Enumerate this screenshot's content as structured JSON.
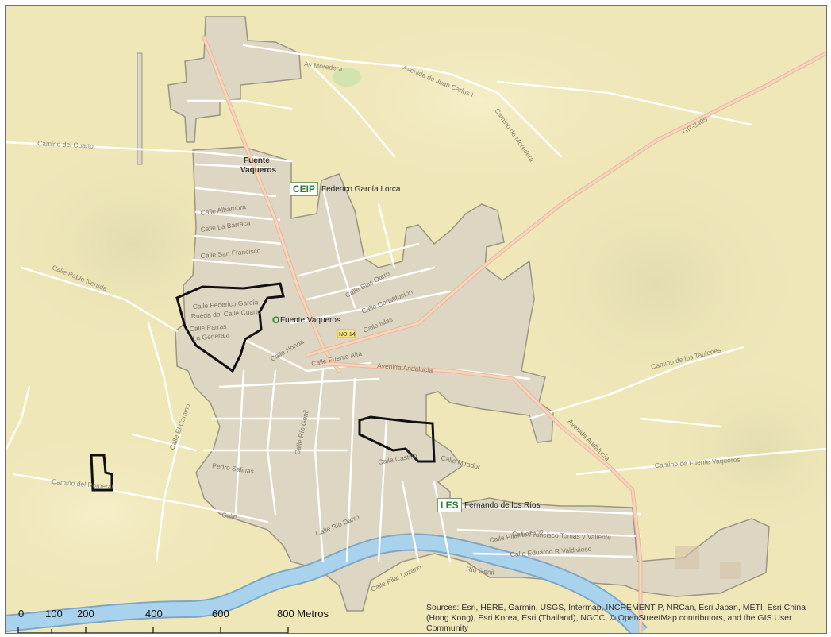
{
  "map": {
    "place": {
      "line1": "Fuente",
      "line2": "Vaqueros"
    },
    "pois": [
      {
        "badge": "CEIP",
        "name": "Federico García Lorca"
      },
      {
        "badge": "O",
        "name": "Fuente Vaqueros"
      },
      {
        "badge": "I ES",
        "name": "Fernando de los Ríos"
      }
    ],
    "road_badge": "NO-14",
    "streets": {
      "camino_cuarto": "Camino del Cuarto",
      "av_moredera": "Av Moredera",
      "avenida_juan": "Avenida de Juan Carlos I",
      "camino_moredera": "Camino de Moredera",
      "gr": "GR-3405",
      "calle_alhambra": "Calle Alhambra",
      "calle_barraca": "Calle La Barraca",
      "calle_san_francisco": "Calle San Francisco",
      "calle_pablo_neruda": "Calle Pablo Neruda",
      "calle_federico": "Calle Federico García",
      "rueda_calle": "Rueda del Calle Cuarto",
      "calle_parras": "Calle Parras",
      "la_generala": "La Generala",
      "calle_blas": "Calle Blas Otero",
      "calle_constitucion": "Calle Constitución",
      "calle_islas": "Calle Islas",
      "calle_honda": "Calle Honda",
      "calle_fuente_alta": "Calle Fuente Alta",
      "avenida_andalucia": "Avenida Andalucía",
      "avenida_andalucia2": "Avenida Andalucía",
      "camino_tablones": "Camino de los Tablones",
      "camino_fuente_vaqueros": "Camino de Fuente Vaqueros",
      "calle_camino": "Calle El Camino",
      "pedro_salinas": "Pedro Salinas",
      "calle_rio_genil": "Calle Río Genil",
      "calle_rio_darro": "Calle Río Darro",
      "camino_romeral": "Camino del Romeral",
      "calle": "Calle",
      "calle_francisco": "Calle Francisco Tomás y Valiente",
      "calle_eduardo": "Calle Eduardo R Valdivieso",
      "calle_pilar": "Calle Pilar Lozano",
      "calle_pilar2": "Calle Pilar Lozano",
      "rio_genil": "Río Genil",
      "calle_castillo": "Calle Castillo",
      "calle_mirador": "Calle Mirador"
    }
  },
  "scale": {
    "ticks": [
      0,
      100,
      200,
      400,
      600
    ],
    "last_label": "800 Metros"
  },
  "attribution": "Sources: Esri, HERE, Garmin, USGS, Intermap, INCREMENT P, NRCan, Esri Japan, METI, Esri China (Hong Kong), Esri Korea, Esri (Thailand), NGCC, © OpenStreetMap contributors, and the GIS User Community",
  "colors": {
    "land": "#efe7b8",
    "urban": "#ddd6c2",
    "river": "#9ccbe6",
    "main_road": "#f2c9a8",
    "poi_green": "#2f7d32"
  }
}
